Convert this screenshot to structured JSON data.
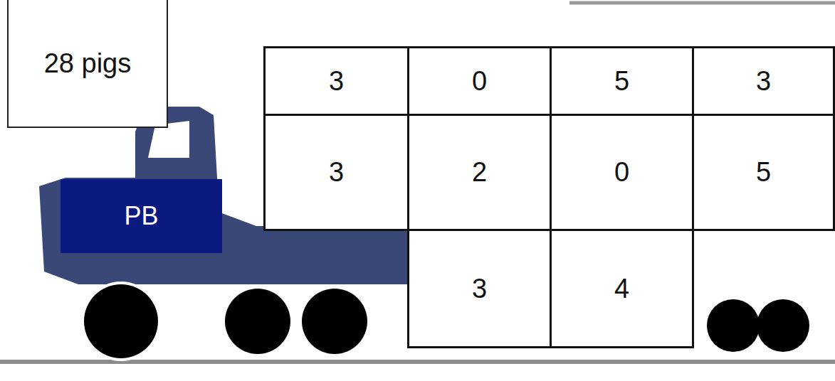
{
  "diagram": {
    "nodes": [
      {
        "text": [
          "28 pigs"
        ]
      },
      {
        "text": [
          "3"
        ]
      },
      {
        "text": [
          "0"
        ]
      },
      {
        "text": [
          "5"
        ]
      },
      {
        "text": [
          "3"
        ]
      },
      {
        "text": [
          "3"
        ]
      },
      {
        "text": [
          "2"
        ]
      },
      {
        "text": [
          "0"
        ]
      },
      {
        "text": [
          "5"
        ]
      },
      {
        "text": [
          "PB"
        ]
      },
      {
        "text": [
          "3"
        ]
      },
      {
        "text": [
          "4"
        ]
      }
    ]
  }
}
